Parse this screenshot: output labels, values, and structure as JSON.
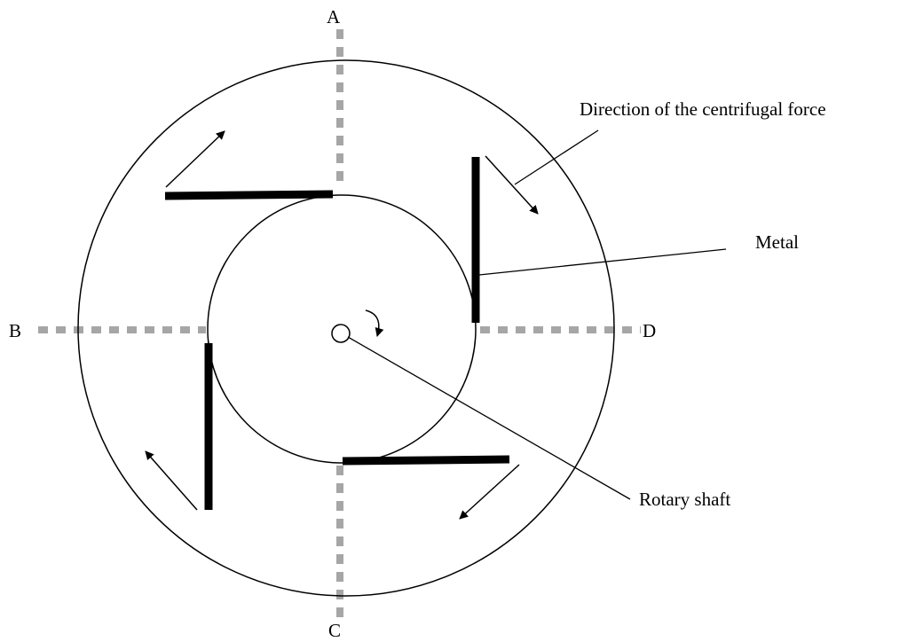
{
  "labels": {
    "axis_a": "A",
    "axis_b": "B",
    "axis_c": "C",
    "axis_d": "D",
    "centrifugal_force": "Direction of the centrifugal force",
    "metal": "Metal",
    "rotary_shaft": "Rotary shaft"
  },
  "colors": {
    "line": "#000000",
    "dashed_axis": "#a6a6a6",
    "background": "#ffffff"
  }
}
